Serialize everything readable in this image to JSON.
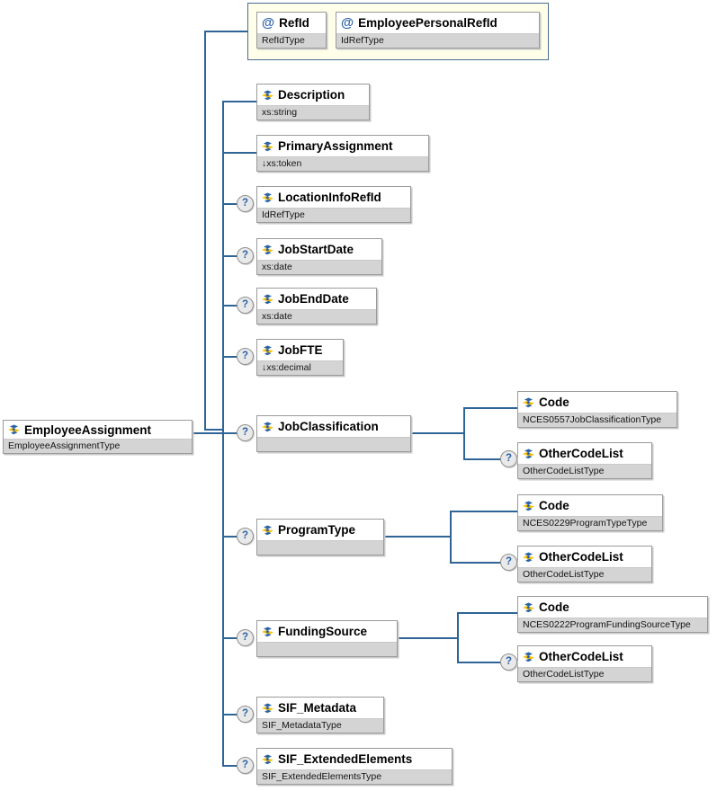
{
  "symbols": {
    "attribute": "@",
    "optional": "?"
  },
  "root": {
    "name": "EmployeeAssignment",
    "type": "EmployeeAssignmentType"
  },
  "attributes": [
    {
      "name": "RefId",
      "type": "RefIdType"
    },
    {
      "name": "EmployeePersonalRefId",
      "type": "IdRefType"
    }
  ],
  "elements": [
    {
      "name": "Description",
      "type": "xs:string"
    },
    {
      "name": "PrimaryAssignment",
      "type": "↓xs:token"
    },
    {
      "name": "LocationInfoRefId",
      "type": "IdRefType"
    },
    {
      "name": "JobStartDate",
      "type": "xs:date"
    },
    {
      "name": "JobEndDate",
      "type": "xs:date"
    },
    {
      "name": "JobFTE",
      "type": "↓xs:decimal"
    },
    {
      "name": "JobClassification",
      "type": ""
    },
    {
      "name": "ProgramType",
      "type": ""
    },
    {
      "name": "FundingSource",
      "type": ""
    },
    {
      "name": "SIF_Metadata",
      "type": "SIF_MetadataType"
    },
    {
      "name": "SIF_ExtendedElements",
      "type": "SIF_ExtendedElementsType"
    }
  ],
  "children": {
    "jobClassification": [
      {
        "name": "Code",
        "type": "NCES0557JobClassificationType"
      },
      {
        "name": "OtherCodeList",
        "type": "OtherCodeListType"
      }
    ],
    "programType": [
      {
        "name": "Code",
        "type": "NCES0229ProgramTypeType"
      },
      {
        "name": "OtherCodeList",
        "type": "OtherCodeListType"
      }
    ],
    "fundingSource": [
      {
        "name": "Code",
        "type": "NCES0222ProgramFundingSourceType"
      },
      {
        "name": "OtherCodeList",
        "type": "OtherCodeListType"
      }
    ]
  },
  "colors": {
    "connector": "#2e6496",
    "type_band_bg": "#d4d4d4",
    "attribute_group_bg": "#ffffe9",
    "accent_blue": "#2b63a7",
    "accent_yellow": "#f7c10a"
  }
}
